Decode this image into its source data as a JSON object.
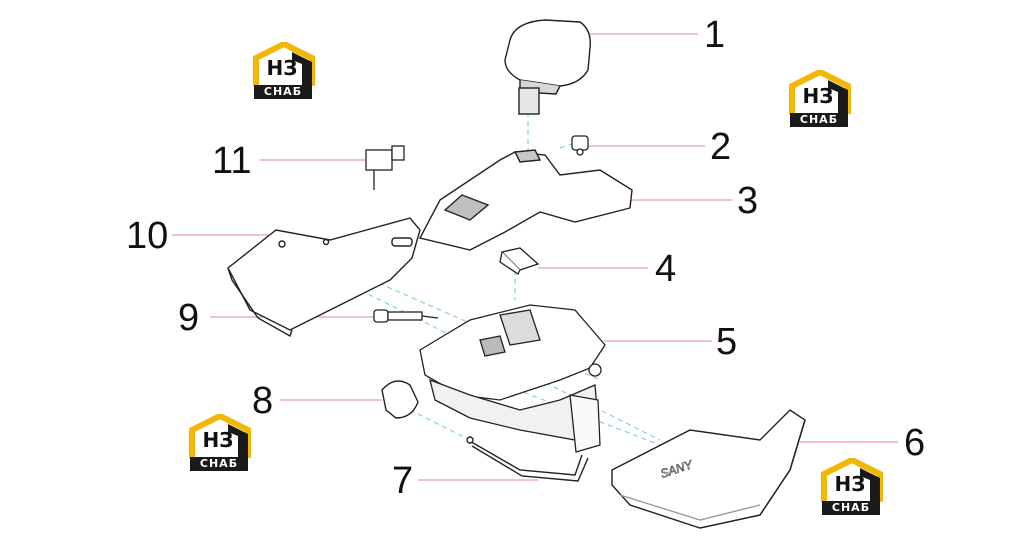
{
  "callouts": [
    {
      "id": "1",
      "label": "1"
    },
    {
      "id": "2",
      "label": "2"
    },
    {
      "id": "3",
      "label": "3"
    },
    {
      "id": "4",
      "label": "4"
    },
    {
      "id": "5",
      "label": "5"
    },
    {
      "id": "6",
      "label": "6"
    },
    {
      "id": "7",
      "label": "7"
    },
    {
      "id": "8",
      "label": "8"
    },
    {
      "id": "9",
      "label": "9"
    },
    {
      "id": "10",
      "label": "10"
    },
    {
      "id": "11",
      "label": "11"
    }
  ],
  "watermark": {
    "letters": "НЗ",
    "band_text": "СНАБ",
    "accent_color": "#f2b705",
    "dark_color": "#1a1a1a"
  },
  "part_marking": "SANY",
  "colors": {
    "leader_line": "#e8a0a0",
    "center_line": "#7fd3e0",
    "outline": "#222222",
    "shade": "#cfcfcf"
  }
}
